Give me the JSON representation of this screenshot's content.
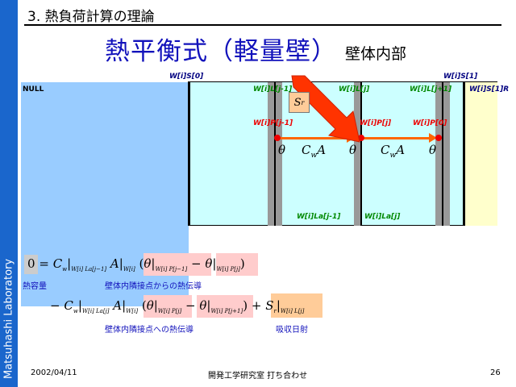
{
  "sidebar": {
    "org_label": "Matsuhashi Laboratory"
  },
  "header": {
    "section_title": "3. 熱負荷計算の理論",
    "main_title": "熱平衡式（軽量壁）",
    "sub_title": "壁体内部"
  },
  "diagram": {
    "null_label": "NULL",
    "top_labels": {
      "s0": "W[i]S[0]",
      "s1": "W[i]S[1]",
      "s1r": "W[i]S[1]R"
    },
    "layer_labels": [
      "W[i]L[j-1]",
      "W[i]L[j]",
      "W[i]L[j+1]"
    ],
    "point_labels": [
      "W[i]P[j-1]",
      "W[i]P[j]",
      "W[i]P[0]"
    ],
    "lower_labels": [
      "W[i]La[j-1]",
      "W[i]La[j]"
    ],
    "symbols": {
      "theta": "θ",
      "cw": "C",
      "cw_sub": "w",
      "area": "A",
      "sr": "S",
      "sr_sub": "r"
    },
    "colors": {
      "null_zone": "#99ccff",
      "inner": "#ccffff",
      "pale": "#ffffcc",
      "arrow": "#ff6600",
      "point": "#ee0000",
      "bar": "#999999",
      "sr_arrow": "#ff3300"
    }
  },
  "equation": {
    "line1_zero": "0",
    "line1_eq": "=",
    "cw_sub_1": "W[i] La[j−1]",
    "a_sub_1": "W[i]",
    "theta_sub_a": "W[i] P[j−1]",
    "theta_sub_b": "W[i] P[j]",
    "line2_cw_sub": "W[i] La[j]",
    "line2_a_sub": "W[i]",
    "line2_theta_sub_a": "W[i] P[j]",
    "line2_theta_sub_b": "W[i] P[j+1]",
    "sr_sub": "W[i] L[j]",
    "notes": {
      "heat_capacity": "熱容量",
      "conduction_from": "壁体内隣接点からの熱伝導",
      "conduction_to": "壁体内隣接点への熱伝導",
      "absorbed_solar": "吸収日射"
    }
  },
  "footer": {
    "date": "2002/04/11",
    "center": "開発工学研究室 打ち合わせ",
    "page": "26"
  }
}
